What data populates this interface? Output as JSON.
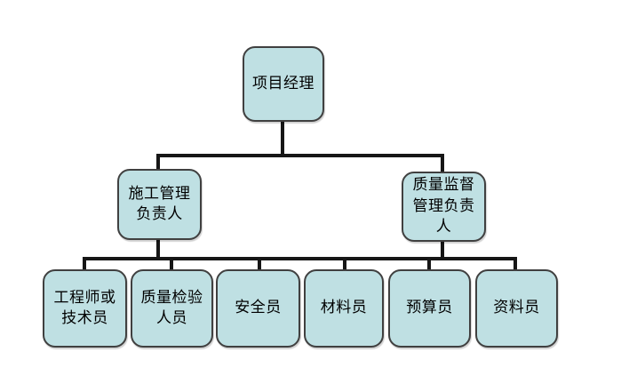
{
  "diagram": {
    "type": "org-chart",
    "colors": {
      "box_fill": "#bfe0e3",
      "box_border": "#404040",
      "connector": "#161616",
      "background": "#ffffff",
      "text": "#000000"
    },
    "nodes": {
      "root": {
        "label": "项目经理"
      },
      "level2": [
        {
          "label": "施工管理\n负责人"
        },
        {
          "label": "质量监督\n管理负责\n人"
        }
      ],
      "level3": [
        {
          "label": "工程师或\n技术员"
        },
        {
          "label": "质量检验\n人员"
        },
        {
          "label": "安全员"
        },
        {
          "label": "材料员"
        },
        {
          "label": "预算员"
        },
        {
          "label": "资料员"
        }
      ]
    }
  }
}
